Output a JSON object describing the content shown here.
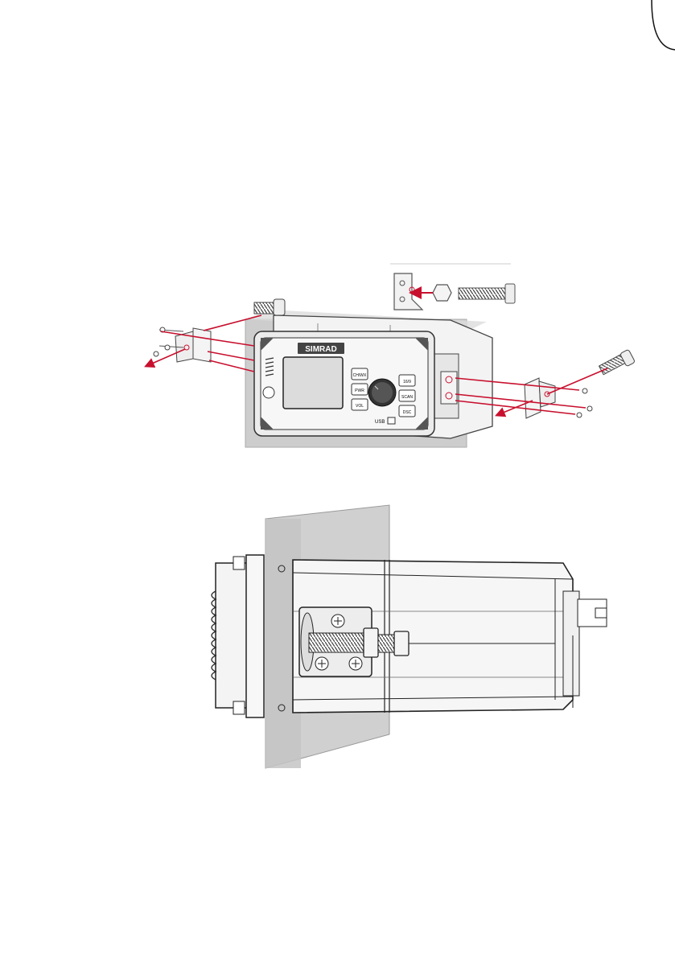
{
  "figure_top": {
    "brand_label": "SIMRAD",
    "buttons_left": [
      "CH/WX",
      "PWR",
      "VOL"
    ],
    "buttons_right": [
      "16/9",
      "SCAN",
      "DSC"
    ],
    "usb_label": "USB",
    "colors": {
      "arrow": "#c8102e",
      "panel": "#c9c9c9",
      "line": "#333333"
    }
  },
  "figure_bottom": {
    "colors": {
      "panel": "#d0d0d0",
      "line": "#2a2a2a"
    }
  }
}
